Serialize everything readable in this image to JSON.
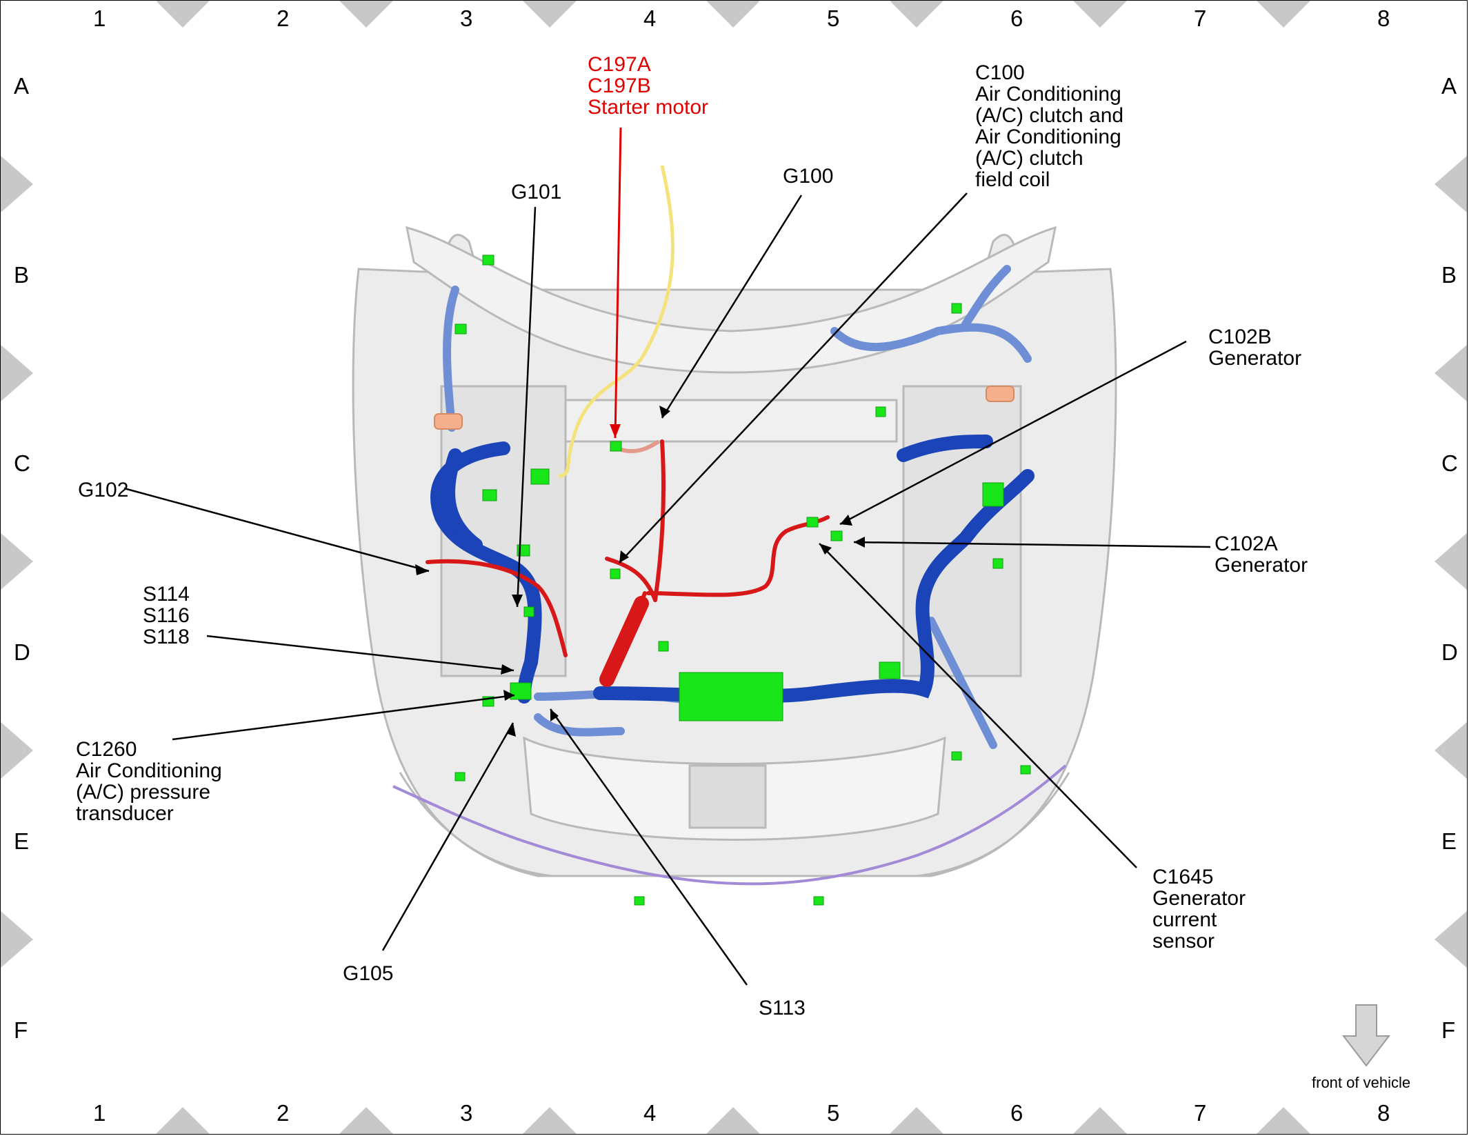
{
  "grid": {
    "columns": [
      "1",
      "2",
      "3",
      "4",
      "5",
      "6",
      "7",
      "8"
    ],
    "rows": [
      "A",
      "B",
      "C",
      "D",
      "E",
      "F"
    ]
  },
  "labels": {
    "c197": [
      "C197A",
      "C197B",
      "Starter motor"
    ],
    "g101": [
      "G101"
    ],
    "g100": [
      "G100"
    ],
    "c100": [
      "C100",
      "Air Conditioning",
      "(A/C) clutch and",
      "Air Conditioning",
      "(A/C) clutch",
      "field coil"
    ],
    "c102b": [
      "C102B",
      "Generator"
    ],
    "g102": [
      "G102"
    ],
    "c102a": [
      "C102A",
      "Generator"
    ],
    "s114": [
      "S114",
      "S116",
      "S118"
    ],
    "c1260": [
      "C1260",
      "Air Conditioning",
      "(A/C) pressure",
      "transducer"
    ],
    "c1645": [
      "C1645",
      "Generator",
      "current",
      "sensor"
    ],
    "g105": [
      "G105"
    ],
    "s113": [
      "S113"
    ]
  },
  "footer": {
    "front_label": "front of vehicle"
  },
  "colors": {
    "harness_dark": "#1a44b8",
    "harness_light": "#6e8fd6",
    "power": "#d81818",
    "power_light": "#e39a8a",
    "connector": "#19e619",
    "yellow_wire": "#f3e37a",
    "purple_wire": "#a28ad6",
    "body": "#e4e4e4",
    "body_edge": "#b6b6b6"
  }
}
